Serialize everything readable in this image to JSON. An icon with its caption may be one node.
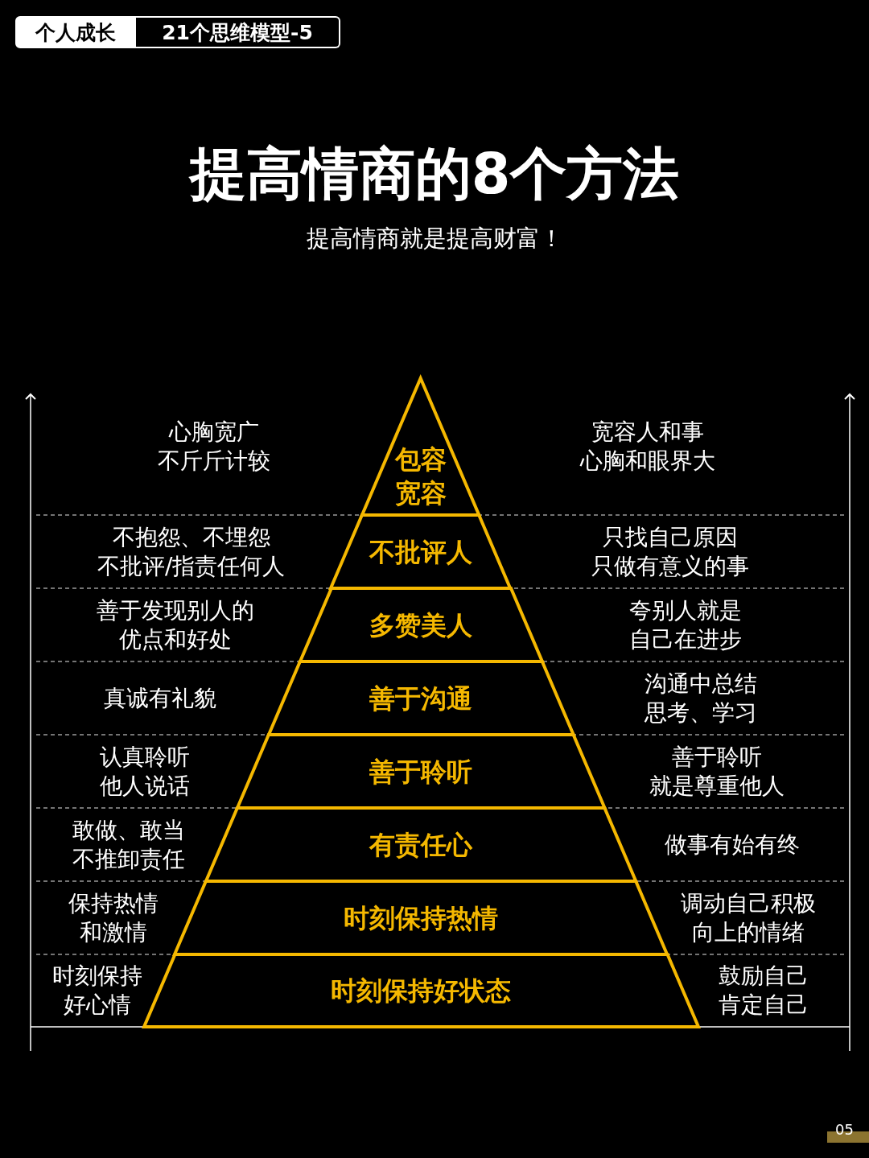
{
  "diagram": {
    "title": "提高情商的8个方法",
    "nodes": [
      {
        "text": [
          "个人成长"
        ]
      },
      {
        "text": [
          "21个思维模型-5"
        ]
      },
      {
        "text": [
          "包容宽容"
        ]
      },
      {
        "text": [
          "不批评人"
        ]
      },
      {
        "text": [
          "多赞美人"
        ]
      },
      {
        "text": [
          "善于沟通"
        ]
      },
      {
        "text": [
          "善于聆听"
        ]
      },
      {
        "text": [
          "有责任心"
        ]
      },
      {
        "text": [
          "时刻保持热情"
        ]
      },
      {
        "text": [
          "时刻保持好状态"
        ]
      }
    ],
    "labels": [
      "提高情商就是提高财富！",
      "心胸宽广不斤斤计较",
      "宽容人和事心胸和眼界大",
      "不抱怨、不埋怨不批评/指责任何人",
      "只找自己原因只做有意义的事",
      "善于发现别人的优点和好处",
      "夸别人就是自己在进步",
      "真诚有礼貌",
      "沟通中总结思考、学习",
      "认真聆听他人说话",
      "善于聆听就是尊重他人",
      "敢做、敢当不推卸责任",
      "做事有始有终",
      "保持热情和激情",
      "调动自己积极向上的情绪",
      "时刻保持好心情",
      "鼓励自己肯定自己",
      "05"
    ]
  }
}
